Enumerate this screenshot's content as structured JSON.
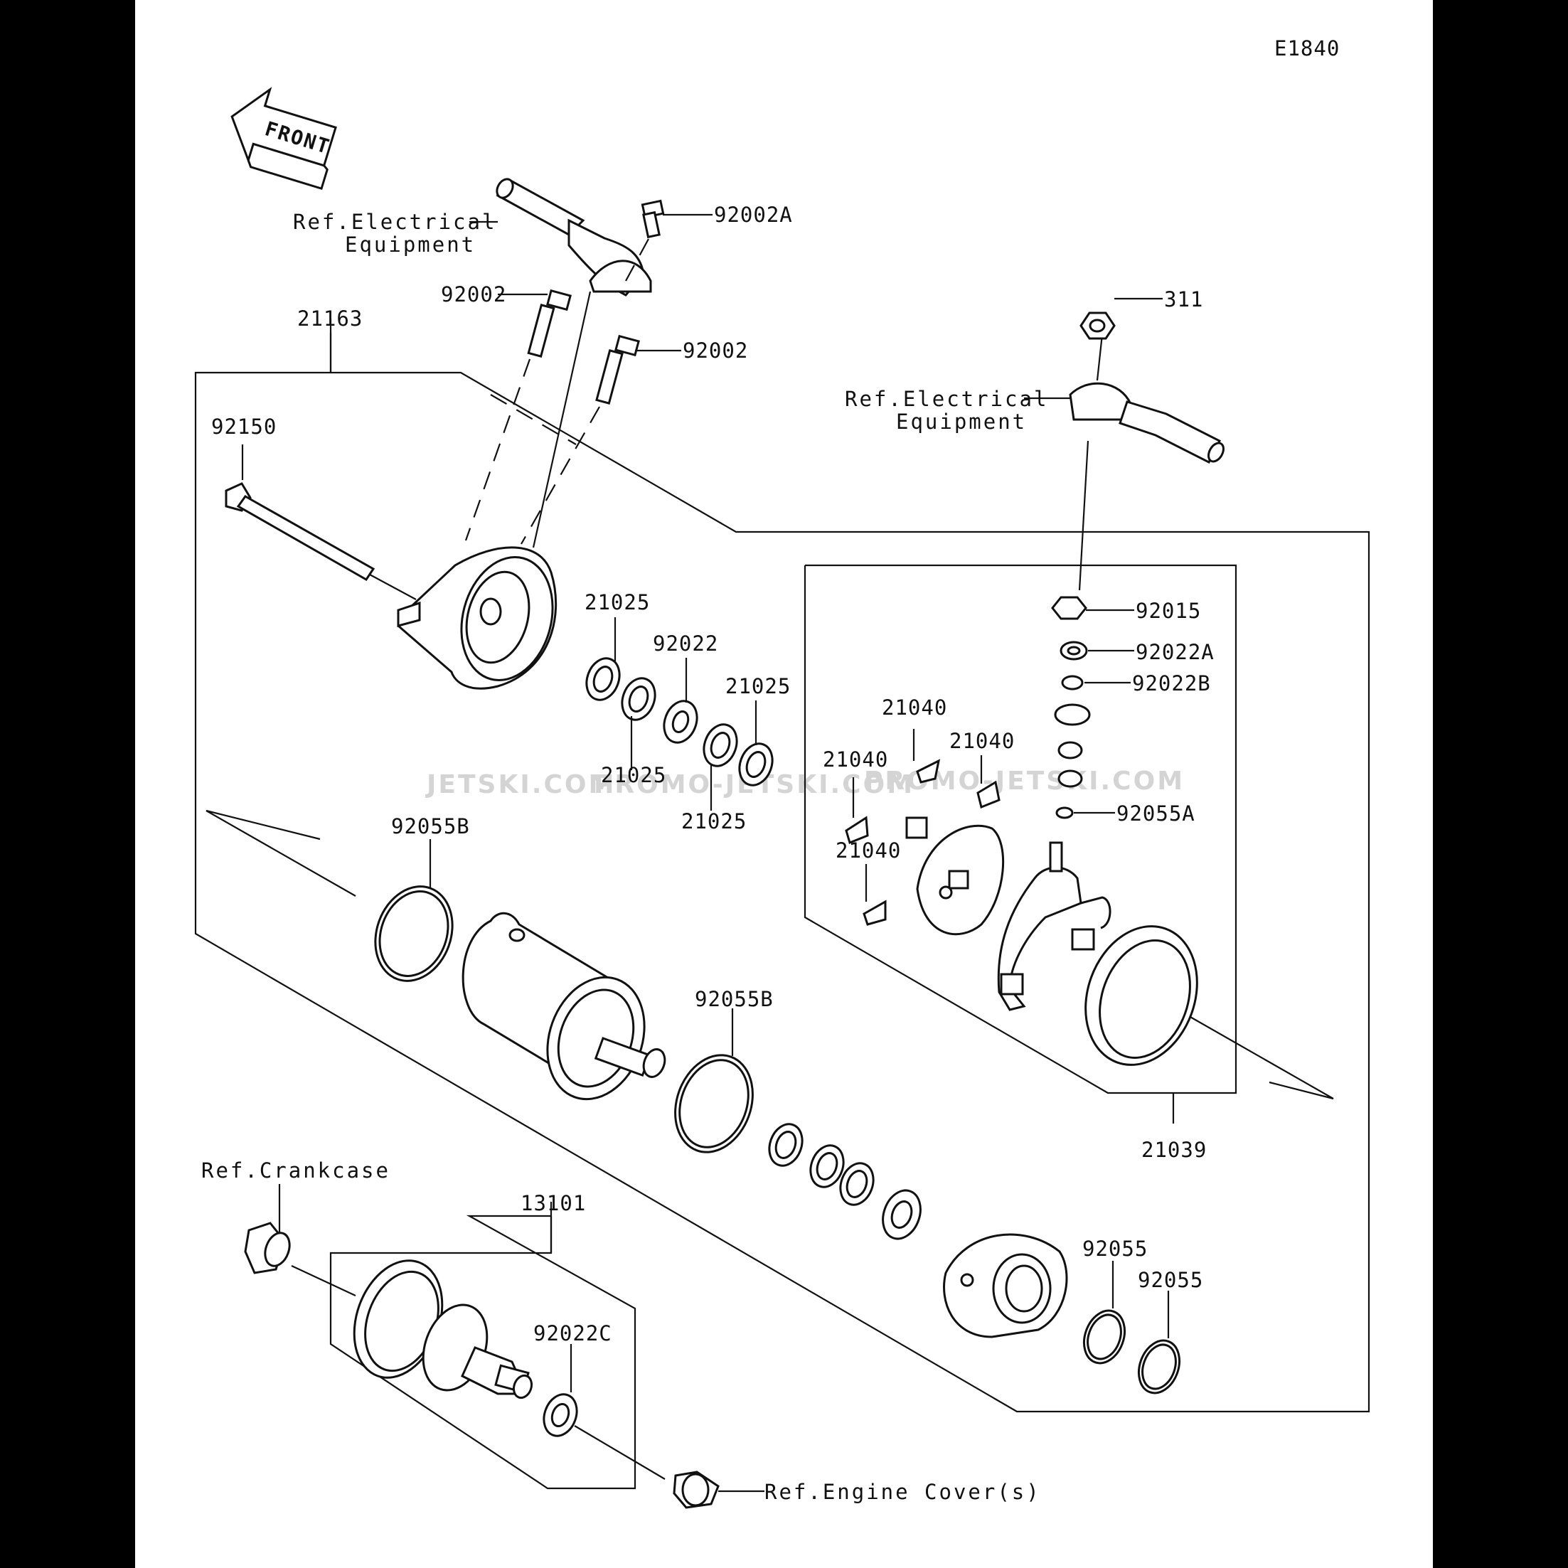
{
  "diagram": {
    "code": "E1840",
    "front_label": "FRONT",
    "refs": {
      "electrical_1": [
        "Ref.Electrical",
        "Equipment"
      ],
      "electrical_2": [
        "Ref.Electrical",
        "Equipment"
      ],
      "crankcase": "Ref.Crankcase",
      "engine_cover": "Ref.Engine Cover(s)"
    },
    "watermarks": [
      "JETSKI.COM",
      "PROMO-JETSKI.COM",
      "PROMO-JETSKI.COM"
    ],
    "parts": [
      {
        "id": "p-92002A",
        "label": "92002A"
      },
      {
        "id": "p-92002-a",
        "label": "92002"
      },
      {
        "id": "p-92002-b",
        "label": "92002"
      },
      {
        "id": "p-21163",
        "label": "21163"
      },
      {
        "id": "p-92150",
        "label": "92150"
      },
      {
        "id": "p-311",
        "label": "311"
      },
      {
        "id": "p-21025-a",
        "label": "21025"
      },
      {
        "id": "p-92022",
        "label": "92022"
      },
      {
        "id": "p-21025-b",
        "label": "21025"
      },
      {
        "id": "p-21025-c",
        "label": "21025"
      },
      {
        "id": "p-21025-d",
        "label": "21025"
      },
      {
        "id": "p-92015",
        "label": "92015"
      },
      {
        "id": "p-92022A",
        "label": "92022A"
      },
      {
        "id": "p-92022B",
        "label": "92022B"
      },
      {
        "id": "p-21040-a",
        "label": "21040"
      },
      {
        "id": "p-21040-b",
        "label": "21040"
      },
      {
        "id": "p-21040-c",
        "label": "21040"
      },
      {
        "id": "p-21040-d",
        "label": "21040"
      },
      {
        "id": "p-92055A",
        "label": "92055A"
      },
      {
        "id": "p-92055B-a",
        "label": "92055B"
      },
      {
        "id": "p-92055B-b",
        "label": "92055B"
      },
      {
        "id": "p-21039",
        "label": "21039"
      },
      {
        "id": "p-13101",
        "label": "13101"
      },
      {
        "id": "p-92022C",
        "label": "92022C"
      },
      {
        "id": "p-92055-a",
        "label": "92055"
      },
      {
        "id": "p-92055-b",
        "label": "92055"
      }
    ]
  }
}
